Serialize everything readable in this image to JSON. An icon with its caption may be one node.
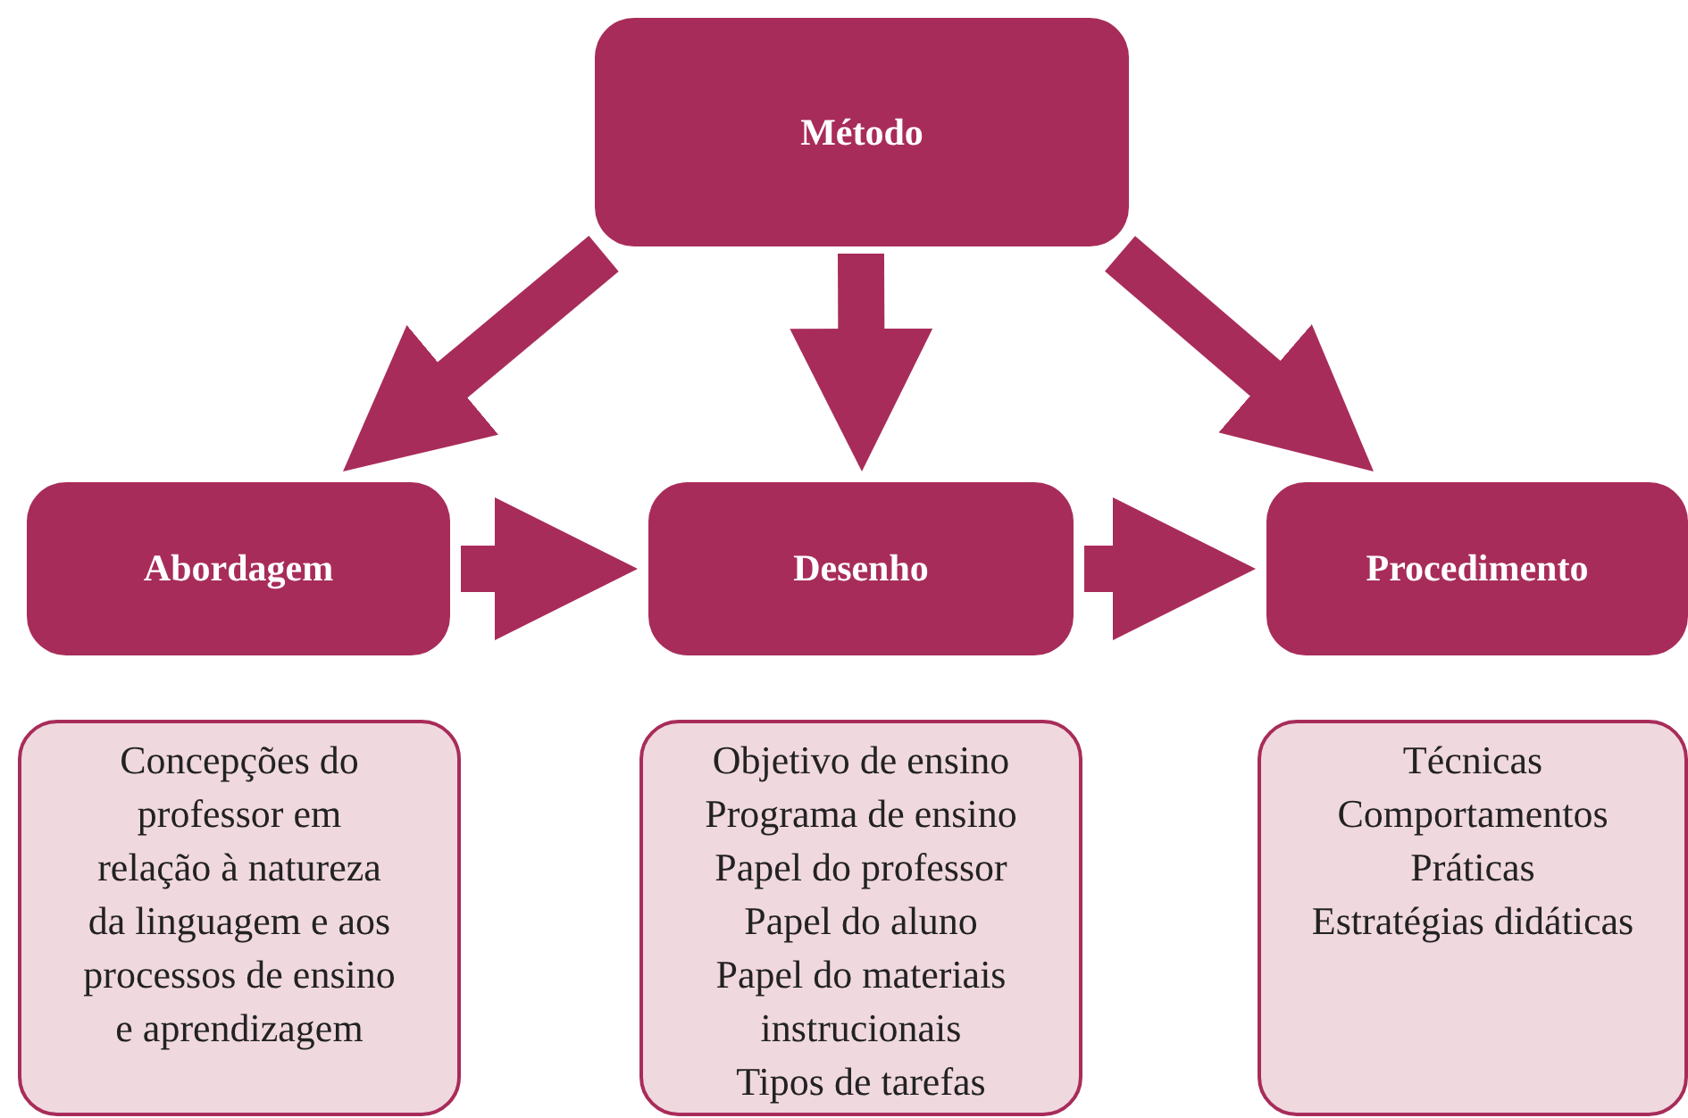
{
  "diagram": {
    "nodes": [
      {
        "text": [
          "Método"
        ]
      },
      {
        "text": [
          "Abordagem"
        ]
      },
      {
        "text": [
          "Desenho"
        ]
      },
      {
        "text": [
          "Procedimento"
        ]
      },
      {
        "text": [
          "Concepções do professor em relação à natureza da linguagem e aos processos de ensino e aprendizagem"
        ]
      },
      {
        "text": [
          "Objetivo de ensino",
          "Programa de ensino",
          "Papel do professor",
          "Papel do aluno",
          "Papel do materiais instrucionais",
          "Tipos de tarefas"
        ]
      },
      {
        "text": [
          "Técnicas",
          "Comportamentos",
          "Práticas",
          "Estratégias didáticas"
        ]
      }
    ],
    "edges": [
      {
        "from": 0,
        "to": 1,
        "arrow": "to"
      },
      {
        "from": 0,
        "to": 2,
        "arrow": "to"
      },
      {
        "from": 0,
        "to": 3,
        "arrow": "to"
      },
      {
        "from": 1,
        "to": 2,
        "arrow": "to"
      },
      {
        "from": 2,
        "to": 3,
        "arrow": "to"
      }
    ]
  }
}
